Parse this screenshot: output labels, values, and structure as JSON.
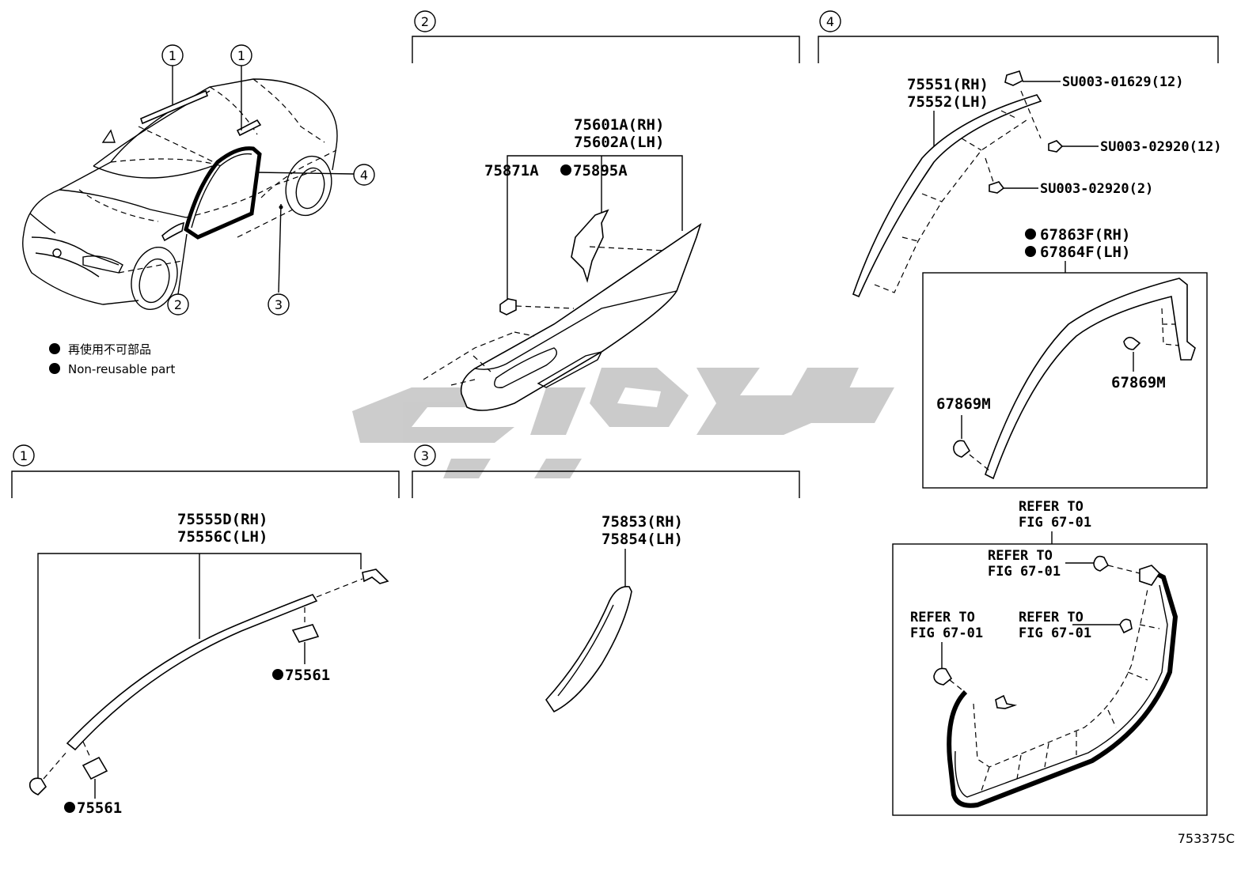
{
  "legend": {
    "japanese": "再使用不可部品",
    "english": "Non-reusable part"
  },
  "callouts": {
    "c1": "1",
    "c2": "2",
    "c3": "3",
    "c4": "4"
  },
  "section_labels": {
    "s2": "2",
    "s4": "4",
    "s1": "1",
    "s3": "3"
  },
  "parts": {
    "p75601": "75601A(RH)",
    "p75602": "75602A(LH)",
    "p75871": "75871A",
    "p75895": "75895A",
    "p75551": "75551(RH)",
    "p75552": "75552(LH)",
    "su1629": "SU003-01629(12)",
    "su2920a": "SU003-02920(12)",
    "su2920b": "SU003-02920(2)",
    "p67863": "67863F(RH)",
    "p67864": "67864F(LH)",
    "p67869a": "67869M",
    "p67869b": "67869M",
    "p75555": "75555D(RH)",
    "p75556": "75556C(LH)",
    "p75561a": "75561",
    "p75561b": "75561",
    "p75853": "75853(RH)",
    "p75854": "75854(LH)"
  },
  "refs": {
    "r1a": "REFER TO",
    "r1b": "FIG 67-01",
    "r2a": "REFER TO",
    "r2b": "FIG 67-01",
    "r3a": "REFER TO",
    "r3b": "FIG 67-01",
    "r4a": "REFER TO",
    "r4b": "FIG 67-01"
  },
  "diagram_code": "753375C",
  "colors": {
    "line": "#000000",
    "watermark": "#c9c9c9"
  }
}
